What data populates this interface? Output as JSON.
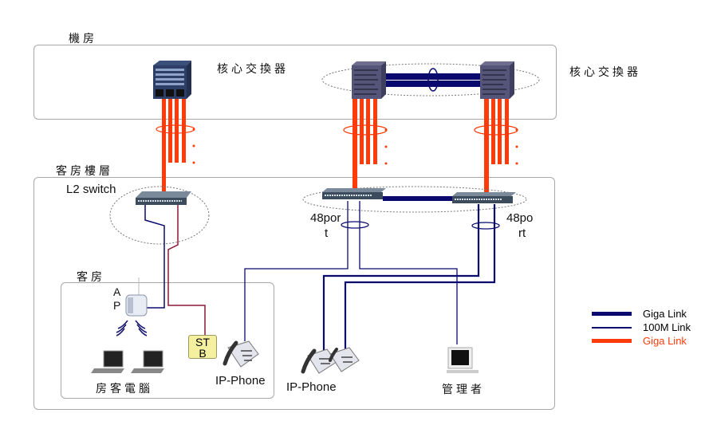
{
  "zones": {
    "machine_room": "機房",
    "guest_floor": "客房樓層",
    "guest_room": "客房"
  },
  "devices": {
    "core_switch_label_left": "核心交換器",
    "core_switch_label_right": "核心交換器",
    "l2_switch": "L2 switch",
    "port48_left_line1": "48por",
    "port48_left_line2": "t",
    "port48_right_line1": "48po",
    "port48_right_line2": "rt",
    "ap_line1": "A",
    "ap_line2": "P",
    "stb_line1": "ST",
    "stb_line2": "B",
    "ip_phone_room": "IP-Phone",
    "ip_phone_floor": "IP-Phone",
    "guest_pc": "房客電腦",
    "admin": "管理者"
  },
  "legend": [
    {
      "label": "Giga Link",
      "color": "#0a0a6e",
      "style": "thick"
    },
    {
      "label": "100M Link",
      "color": "#0a0a6e",
      "style": "thin"
    },
    {
      "label": "Giga Link",
      "color": "#ff3b0a",
      "style": "thick",
      "label_color": "#ff3b0a"
    }
  ],
  "colors": {
    "fiber": "#ff3b0a",
    "navy": "#0a0a6e",
    "stb_link": "#8b1a3a",
    "switch_body": "#5a5a7a"
  }
}
